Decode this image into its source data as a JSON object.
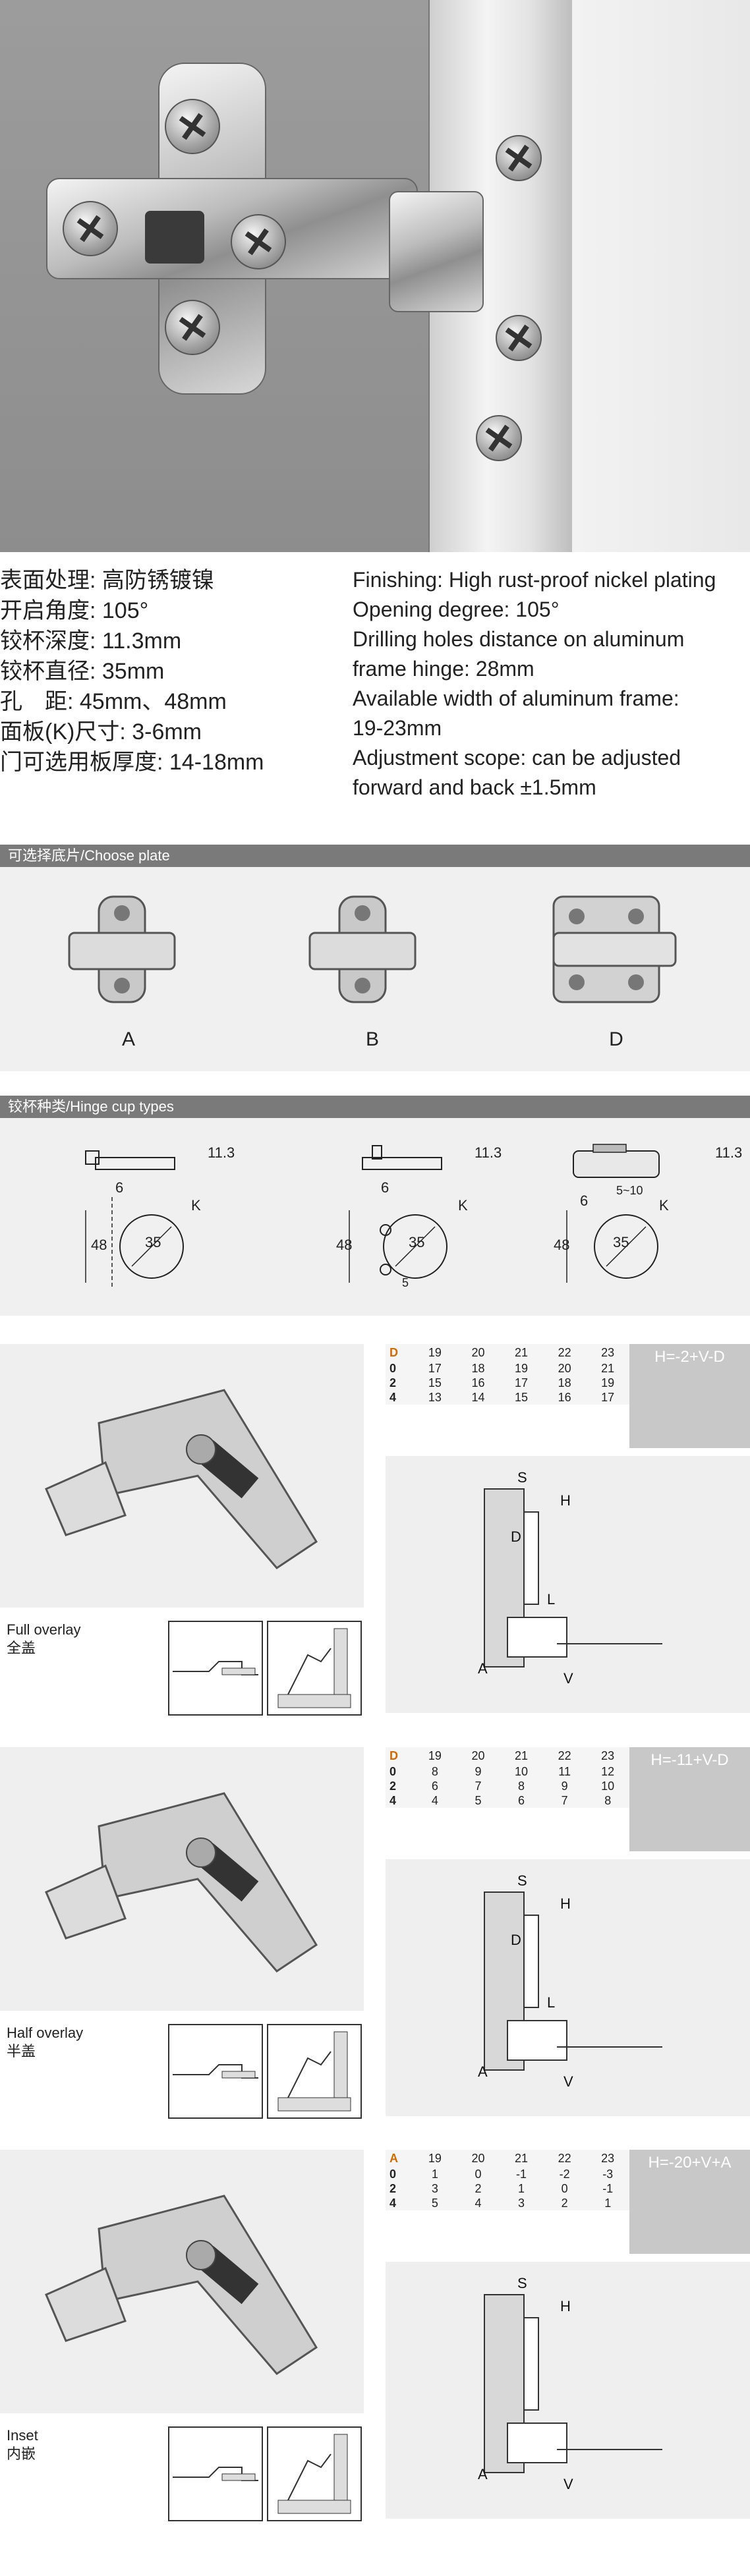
{
  "specs_cn": [
    "表面处理: 高防锈镀镍",
    "开启角度: 105°",
    "铰杯深度: 11.3mm",
    "铰杯直径: 35mm",
    "孔　距: 45mm、48mm",
    "面板(K)尺寸: 3-6mm",
    "门可选用板厚度: 14-18mm"
  ],
  "specs_en": [
    "Finishing:  High rust-proof nickel plating",
    "Opening degree:  105°",
    "Drilling holes distance on aluminum",
    "frame hinge:  28mm",
    "Available width of aluminum frame:",
    "19-23mm",
    "Adjustment scope:  can be adjusted",
    "forward and back ±1.5mm"
  ],
  "choose_plate": {
    "title": "可选择底片/Choose plate",
    "plates": [
      "A",
      "B",
      "D"
    ]
  },
  "cup_types": {
    "title": "铰杯种类/Hinge cup types",
    "dims": {
      "depth": "11.3",
      "offset": "6",
      "hole": "48",
      "diameter": "35",
      "k": "K",
      "small_hole": "5",
      "dowel": "5~10"
    }
  },
  "overlays": [
    {
      "label_en": "Full overlay",
      "label_cn": "全盖",
      "formula": "H=-2+V-D",
      "corner": "D",
      "cols": [
        "19",
        "20",
        "21",
        "22",
        "23"
      ],
      "rows": [
        {
          "k": "0",
          "v": [
            "17",
            "18",
            "19",
            "20",
            "21"
          ]
        },
        {
          "k": "2",
          "v": [
            "15",
            "16",
            "17",
            "18",
            "19"
          ]
        },
        {
          "k": "4",
          "v": [
            "13",
            "14",
            "15",
            "16",
            "17"
          ]
        }
      ],
      "diagram": [
        "S",
        "H",
        "D",
        "L",
        "A",
        "V"
      ]
    },
    {
      "label_en": "Half overlay",
      "label_cn": "半盖",
      "formula": "H=-11+V-D",
      "corner": "D",
      "cols": [
        "19",
        "20",
        "21",
        "22",
        "23"
      ],
      "rows": [
        {
          "k": "0",
          "v": [
            "8",
            "9",
            "10",
            "11",
            "12"
          ]
        },
        {
          "k": "2",
          "v": [
            "6",
            "7",
            "8",
            "9",
            "10"
          ]
        },
        {
          "k": "4",
          "v": [
            "4",
            "5",
            "6",
            "7",
            "8"
          ]
        }
      ],
      "diagram": [
        "S",
        "H",
        "D",
        "L",
        "A",
        "V"
      ]
    },
    {
      "label_en": "Inset",
      "label_cn": "内嵌",
      "formula": "H=-20+V+A",
      "corner": "A",
      "cols": [
        "19",
        "20",
        "21",
        "22",
        "23"
      ],
      "rows": [
        {
          "k": "0",
          "v": [
            "1",
            "0",
            "-1",
            "-2",
            "-3"
          ]
        },
        {
          "k": "2",
          "v": [
            "3",
            "2",
            "1",
            "0",
            "-1"
          ]
        },
        {
          "k": "4",
          "v": [
            "5",
            "4",
            "3",
            "2",
            "1"
          ]
        }
      ],
      "diagram": [
        "S",
        "H",
        "V",
        "A"
      ]
    }
  ]
}
